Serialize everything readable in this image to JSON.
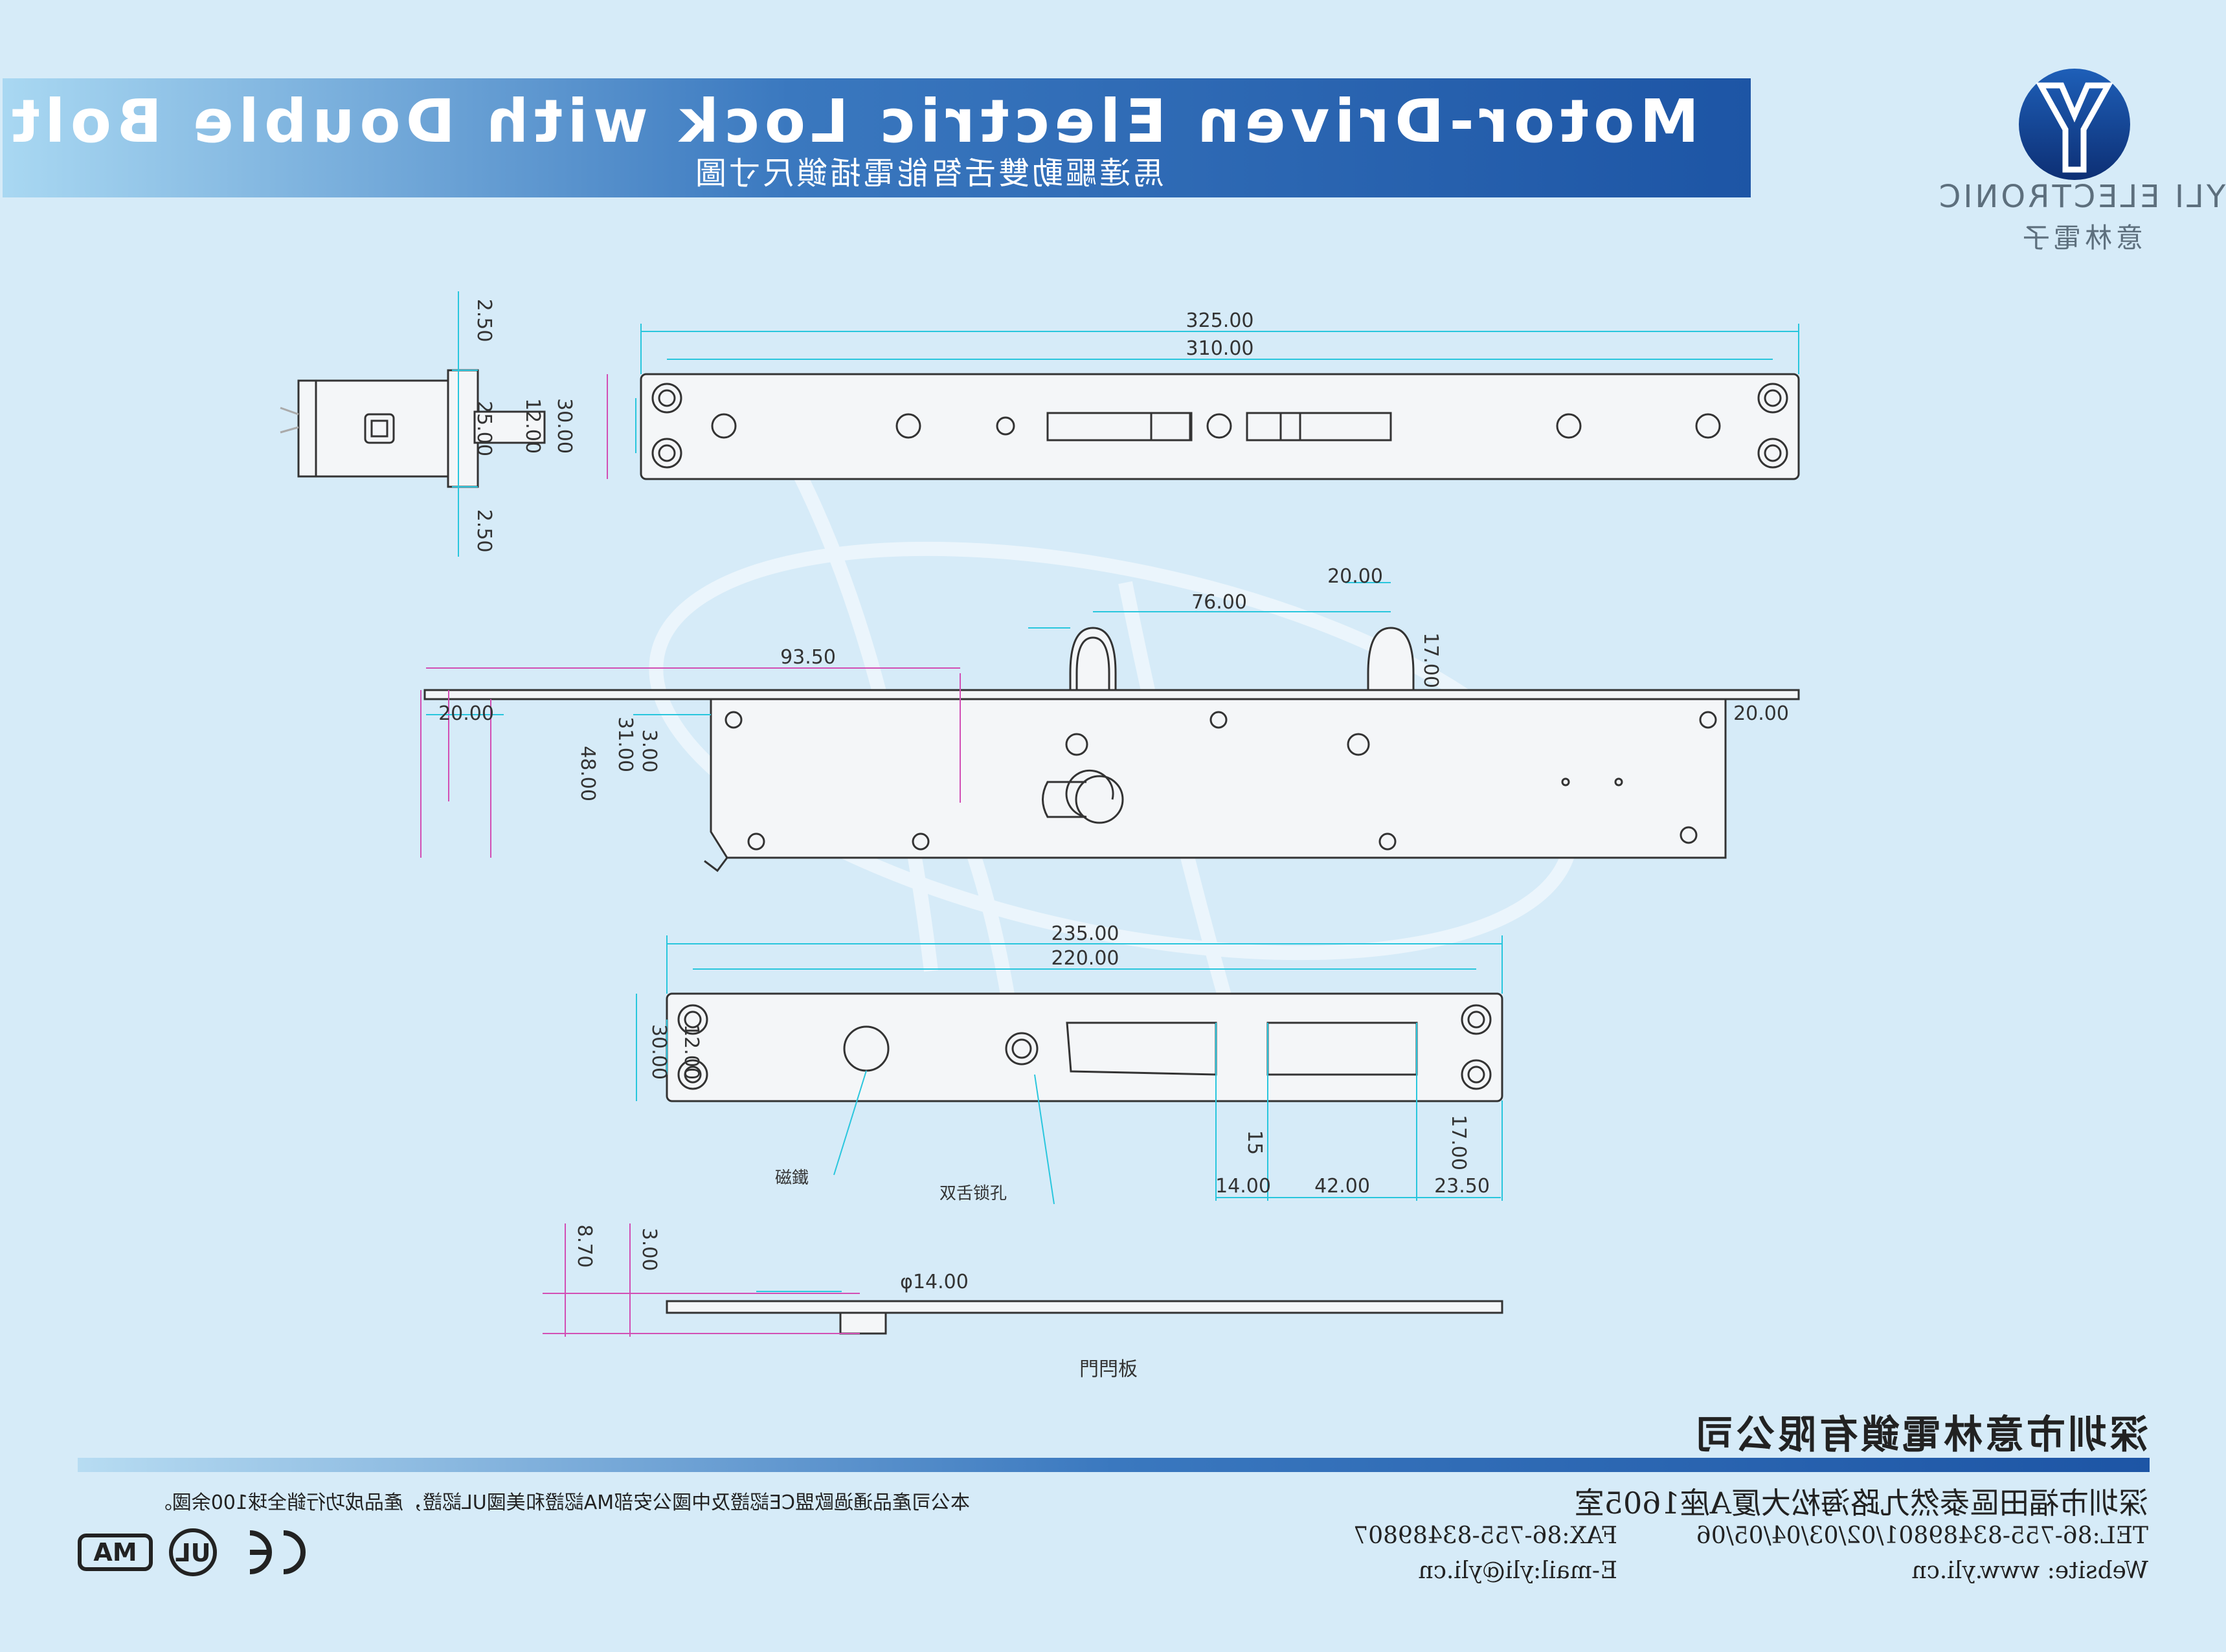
{
  "header": {
    "title": "Motor-Driven Electric Lock with Double Bolt",
    "subtitle": "馬達驅動雙舌智能電插鎖尺寸圖"
  },
  "brand": {
    "name_en": "YLI ELECTRONIC",
    "name_zh": "意林電子",
    "logo_icon": "yli-logo-icon"
  },
  "dimensions": {
    "side_view": [
      "2.50",
      "25.00",
      "2.50"
    ],
    "top_view": [
      "325.00",
      "310.00",
      "12.00",
      "30.00"
    ],
    "body_view": [
      "20.00",
      "76.00",
      "93.50",
      "17.00",
      "20.00",
      "20.00",
      "48.00",
      "31.00",
      "3.00"
    ],
    "strike_view": [
      "235.00",
      "220.00",
      "12.00",
      "30.00",
      "15",
      "14.00",
      "42.00",
      "17.00",
      "23.50"
    ],
    "plate_view": [
      "8.70",
      "3.00",
      "φ14.00"
    ]
  },
  "labels": {
    "magnet": "磁鐵",
    "double_bolt_hole": "双舌锁孔",
    "door_plate": "門閂板"
  },
  "footer": {
    "company": "深圳市意林電鎖有限公司",
    "address": "深圳市福田區泰然九路海松大厦A座1605室",
    "tel": "TEL:86-755-83489801/02/03/04/05/06",
    "fax": "FAX:86-755-83489807",
    "website": "Website: www.yli.cn",
    "email": "E-mail:yli@yli.cn",
    "cert_text": "本公司產品通過歐盟CE認證及中國公安部MA認證和美國UL認證，產品成功行銷全球100余國。",
    "cert_icons": [
      "ce-mark-icon",
      "ul-mark-icon",
      "ma-mark-icon"
    ],
    "cert_labels": [
      "CE",
      "UL",
      "MA"
    ]
  },
  "colors": {
    "banner_start": "#1d55a5",
    "banner_end": "#a9d8f2",
    "dimension_cyan": "#29c6dd",
    "dimension_magenta": "#d24fb4",
    "background": "#d6ebf8"
  }
}
